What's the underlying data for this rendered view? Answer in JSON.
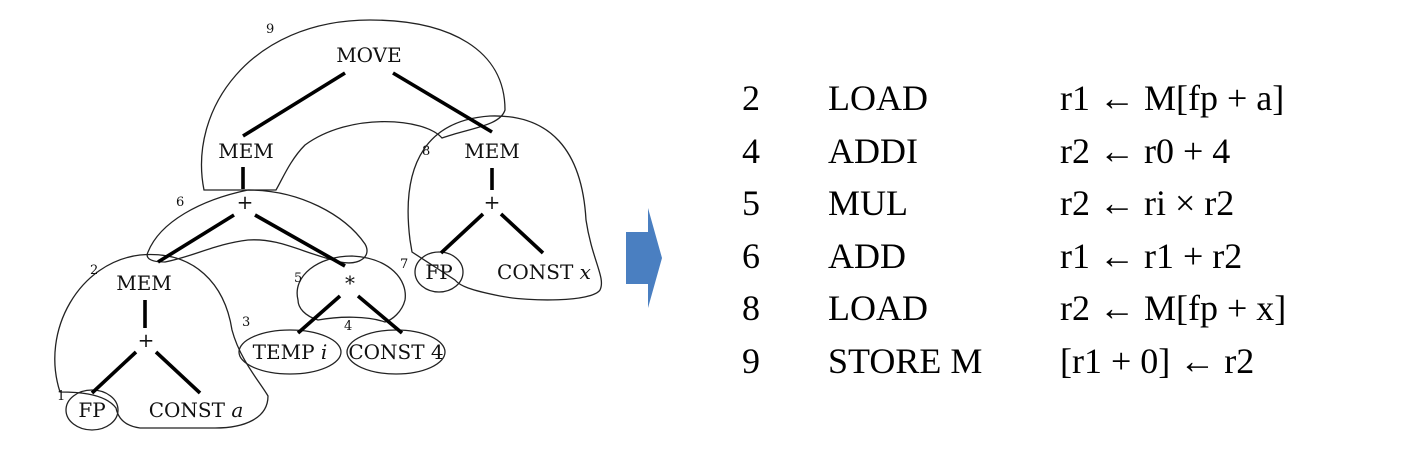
{
  "diagram": {
    "nodes": {
      "move": "MOVE",
      "mem_left": "MEM",
      "mem_right": "MEM",
      "plus_6": "+",
      "plus_right": "+",
      "mem_2": "MEM",
      "star_5": "*",
      "plus_2": "+",
      "fp_1": "FP",
      "const_a_prefix": "CONST",
      "const_a_var": "a",
      "temp_i_prefix": "TEMP",
      "temp_i_var": "i",
      "const_4": "CONST 4",
      "fp_7": "FP",
      "const_x_prefix": "CONST",
      "const_x_var": "x"
    },
    "tile_numbers": {
      "t1": "1",
      "t2": "2",
      "t3": "3",
      "t4": "4",
      "t5": "5",
      "t6": "6",
      "t7": "7",
      "t8": "8",
      "t9": "9"
    },
    "arrow_color": "#4a7fc1"
  },
  "instructions": [
    {
      "num": "2",
      "op": "LOAD",
      "expr": "r1 ← M[fp + a]"
    },
    {
      "num": "4",
      "op": "ADDI",
      "expr": "r2 ← r0 + 4"
    },
    {
      "num": "5",
      "op": "MUL",
      "expr": "r2 ← ri × r2"
    },
    {
      "num": "6",
      "op": "ADD",
      "expr": "r1 ← r1 + r2"
    },
    {
      "num": "8",
      "op": "LOAD",
      "expr": "r2 ← M[fp + x]"
    },
    {
      "num": "9",
      "op": "STORE M",
      "expr": "[r1 + 0] ← r2"
    }
  ]
}
